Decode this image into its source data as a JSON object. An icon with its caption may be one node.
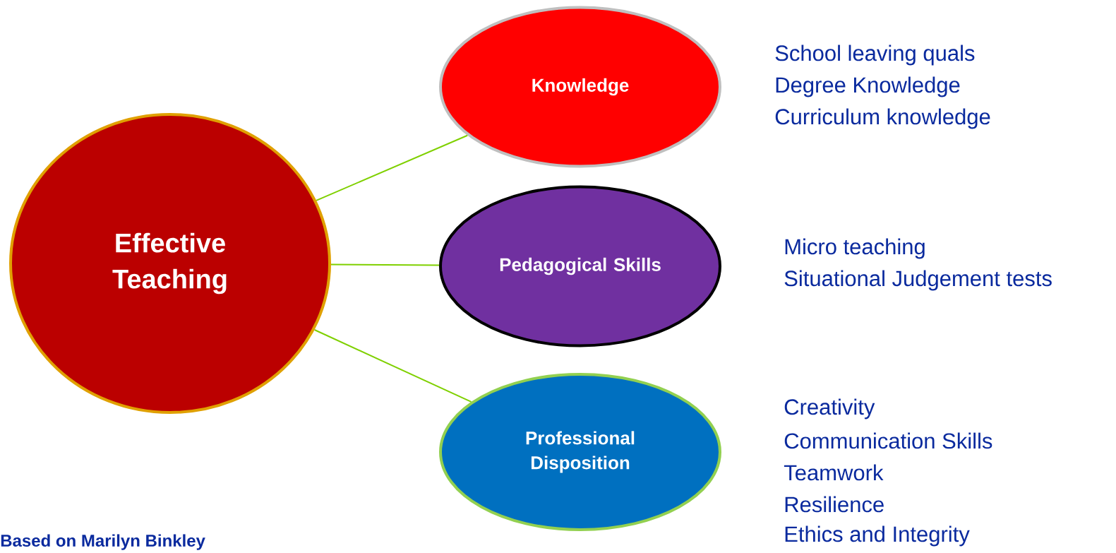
{
  "diagram": {
    "nodes": [
      {
        "text": [
          "Effective Teaching"
        ]
      },
      {
        "text": [
          "Knowledge"
        ],
        "beside": [
          "School leaving quals",
          "Degree Knowledge",
          "Curriculum knowledge"
        ]
      },
      {
        "text": [
          "Pedagogical Skills"
        ],
        "beside": [
          "Micro teaching",
          "Situational Judgement tests"
        ]
      },
      {
        "text": [
          "Professional Disposition"
        ],
        "beside": [
          "Creativity",
          "Communication Skills",
          "Teamwork",
          "Resilience",
          "Ethics and Integrity"
        ]
      }
    ],
    "edges": [
      {
        "from": 0,
        "to": 1,
        "arrow": "none"
      },
      {
        "from": 0,
        "to": 2,
        "arrow": "none"
      },
      {
        "from": 0,
        "to": 3,
        "arrow": "none"
      }
    ],
    "labels": [
      "Based on Marilyn Binkley"
    ]
  }
}
